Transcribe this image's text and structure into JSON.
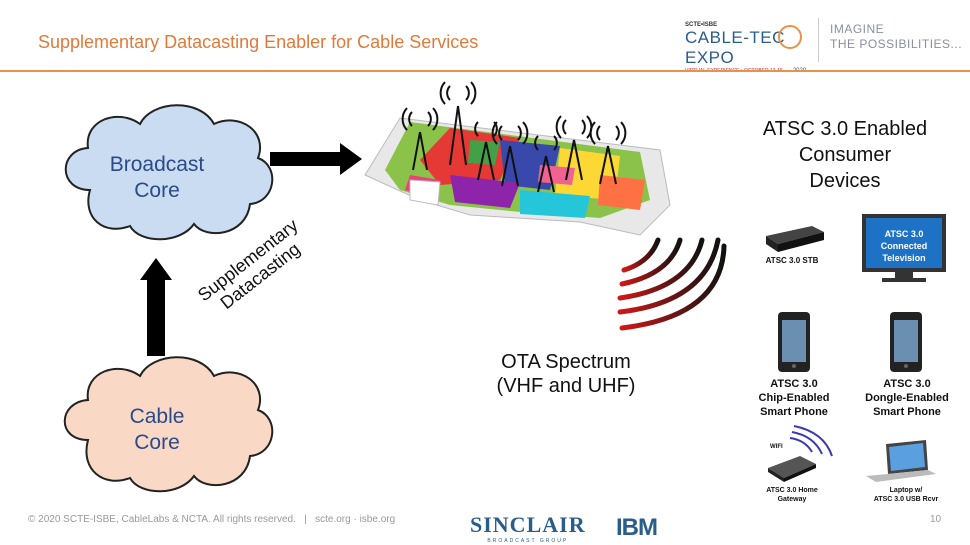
{
  "header": {
    "title": "Supplementary Datacasting Enabler for Cable Services",
    "expo_top": "SCTE•ISBE",
    "expo_main": "CABLE-TEC EXPO",
    "expo_sub": "VIRTUAL EXPERIENCE • OCTOBER 13-15",
    "expo_year": "2020",
    "imagine_line1": "IMAGINE",
    "imagine_line2": "THE POSSIBILITIES..."
  },
  "diagram": {
    "broadcast_core": "Broadcast\nCore",
    "cable_core": "Cable\nCore",
    "supplementary_label": "Supplementary\nDatacasting",
    "ota_label": "OTA Spectrum\n(VHF and UHF)",
    "devices_title": "ATSC 3.0 Enabled\nConsumer\nDevices",
    "devices": {
      "stb": "ATSC 3.0 STB",
      "tv_screen": "ATSC 3.0\nConnected\nTelevision",
      "chip_phone": "ATSC 3.0\nChip-Enabled\nSmart Phone",
      "dongle_phone": "ATSC 3.0\nDongle-Enabled\nSmart Phone",
      "wifi": "WIFI",
      "gateway": "ATSC 3.0 Home\nGateway",
      "laptop": "Laptop w/\nATSC 3.0 USB Rcvr"
    }
  },
  "footer": {
    "copyright": "© 2020 SCTE-ISBE, CableLabs & NCTA. All rights reserved.   |   scte.org · isbe.org",
    "sinclair": "SINCLAIR",
    "sinclair_sub": "BROADCAST GROUP",
    "ibm": "IBM",
    "page_number": "10"
  },
  "colors": {
    "header_title": "#e07a3a",
    "broadcast_cloud": "#c9dcf2",
    "cable_cloud": "#f9d9c6",
    "brand_blue": "#2a5d8a"
  }
}
